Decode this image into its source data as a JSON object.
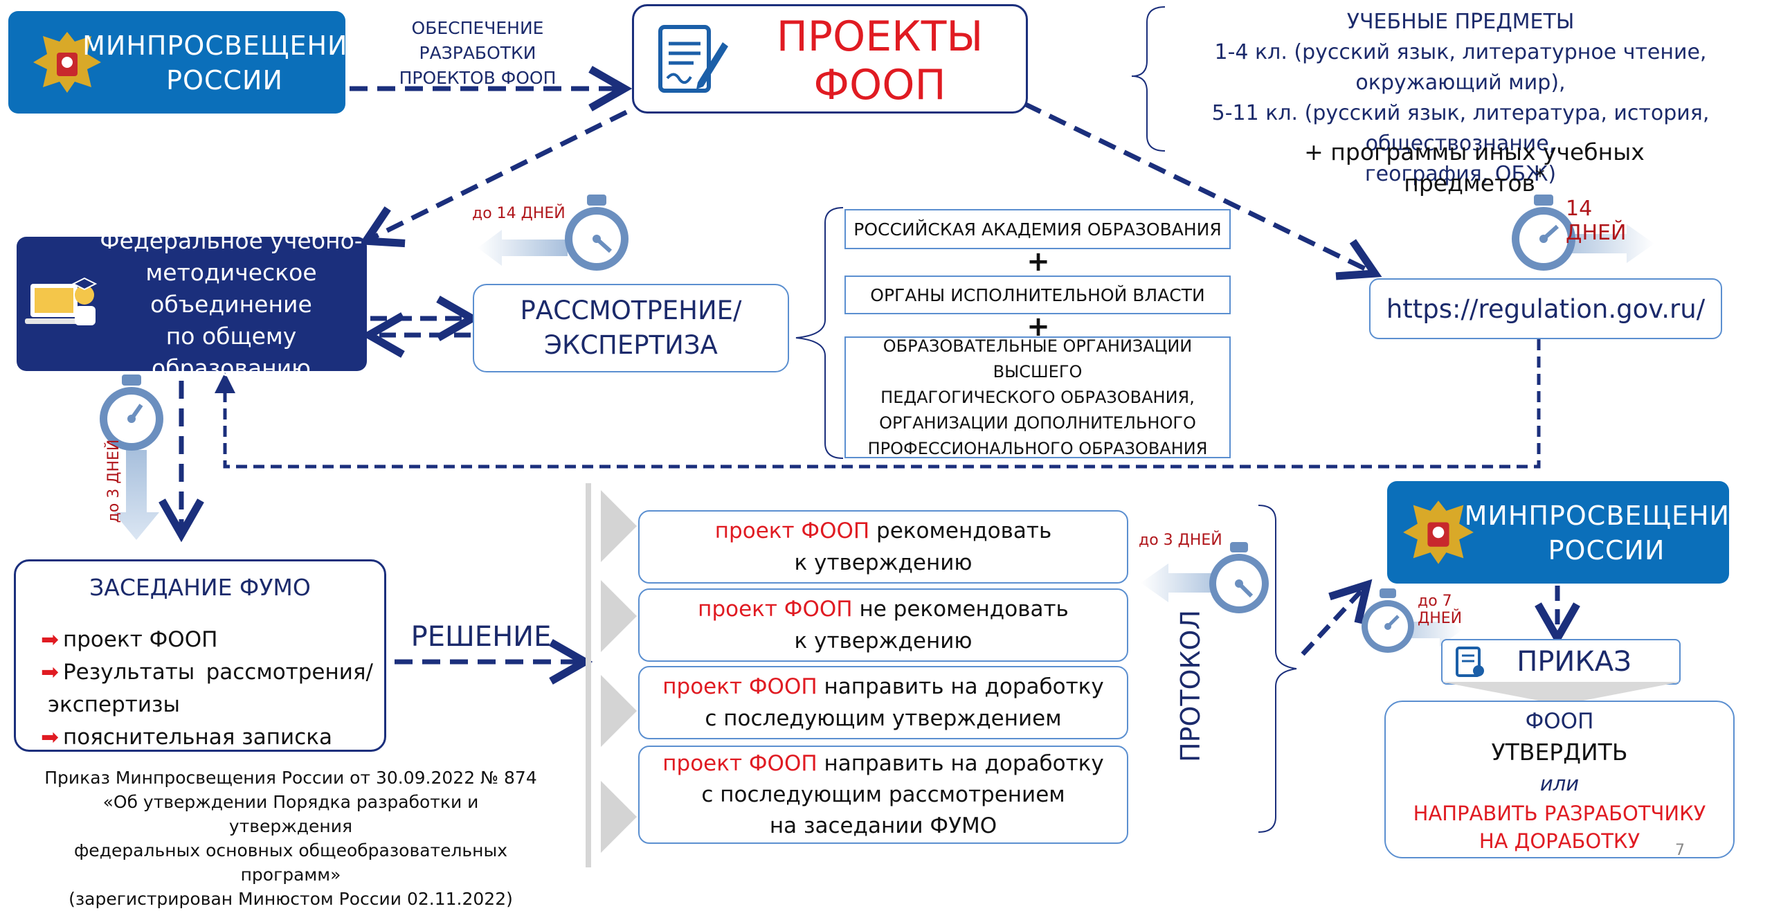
{
  "ministry_top": {
    "line1": "МИНПРОСВЕЩЕНИЯ",
    "line2": "РОССИИ"
  },
  "support_label": {
    "line1": "ОБЕСПЕЧЕНИЕ РАЗРАБОТКИ",
    "line2": "ПРОЕКТОВ ФООП"
  },
  "projects_title": "ПРОЕКТЫ ФООП",
  "subjects": {
    "title": "УЧЕБНЫЕ ПРЕДМЕТЫ",
    "line1": "1-4 кл. (русский язык, литературное чтение, окружающий мир),",
    "line2": "5-11 кл. (русский язык, литература, история, обществознание,",
    "line3": "география, ОБЖ)",
    "extra": "+ программы иных учебных предметов",
    "star": "*"
  },
  "fumo": {
    "line1": "Федеральное учебно-",
    "line2": "методическое объединение",
    "line3": "по общему образованию"
  },
  "review": {
    "line1": "РАССМОТРЕНИЕ/",
    "line2": "ЭКСПЕРТИЗА",
    "days": "до 14 ДНЕЙ"
  },
  "experts": {
    "rao": "РОССИЙСКАЯ АКАДЕМИЯ ОБРАЗОВАНИЯ",
    "plus1": "+",
    "authorities": "ОРГАНЫ ИСПОЛНИТЕЛЬНОЙ ВЛАСТИ",
    "plus2": "+",
    "orgs_l1": "ОБРАЗОВАТЕЛЬНЫЕ ОРГАНИЗАЦИИ ВЫСШЕГО",
    "orgs_l2": "ПЕДАГОГИЧЕСКОГО ОБРАЗОВАНИЯ,",
    "orgs_l3": "ОРГАНИЗАЦИИ ДОПОЛНИТЕЛЬНОГО",
    "orgs_l4": "ПРОФЕССИОНАЛЬНОГО ОБРАЗОВАНИЯ"
  },
  "regulation": {
    "url": "https://regulation.gov.ru/",
    "days": "14 ДНЕЙ"
  },
  "meeting_days": "до 3 ДНЕЙ",
  "meeting": {
    "title": "ЗАСЕДАНИЕ ФУМО",
    "b1": "проект ФООП",
    "b2a": "Результаты",
    "b2b": "рассмотрения/",
    "b2c": "экспертизы",
    "b3": "пояснительная записка"
  },
  "decision_label": "РЕШЕНИЕ",
  "decisions": {
    "d1_red": "проект ФООП",
    "d1_rest": " рекомендовать",
    "d1_l2": "к утверждению",
    "d2_red": "проект ФООП",
    "d2_rest": " не рекомендовать",
    "d2_l2": "к утверждению",
    "d3_red": "проект ФООП",
    "d3_rest": " направить на доработку",
    "d3_l2": "с последующим утверждением",
    "d4_red": "проект ФООП",
    "d4_rest": " направить на доработку",
    "d4_l2": "с последующим рассмотрением",
    "d4_l3": "на заседании ФУМО"
  },
  "protocol": {
    "label": "ПРОТОКОЛ",
    "days": "до 3 ДНЕЙ"
  },
  "ministry_bottom": {
    "line1": "МИНПРОСВЕЩЕНИЯ",
    "line2": "РОССИИ",
    "days": "до 7 ДНЕЙ"
  },
  "order": {
    "title": "ПРИКАЗ"
  },
  "result": {
    "l1": "ФООП",
    "l2": "УТВЕРДИТЬ",
    "l3": "или",
    "l4": "НАПРАВИТЬ РАЗРАБОТЧИКУ",
    "l5": "НА ДОРАБОТКУ"
  },
  "footnote": {
    "l1": "Приказ Минпросвещения России от 30.09.2022 № 874",
    "l2": "«Об утверждении Порядка разработки и утверждения",
    "l3": "федеральных основных общеобразовательных программ»",
    "l4": "(зарегистрирован Минюстом России 02.11.2022)"
  },
  "page_number": "7",
  "colors": {
    "navy": "#1b2f7c",
    "blue": "#0b6fba",
    "red": "#e01b22",
    "light_blue": "#5b8fd0"
  }
}
